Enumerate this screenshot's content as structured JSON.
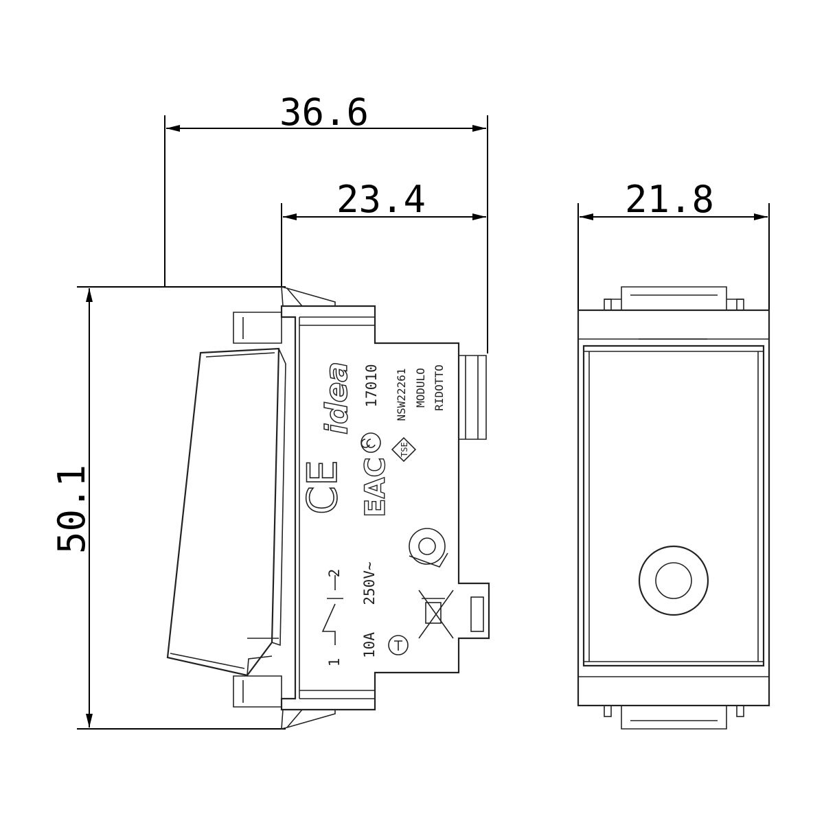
{
  "dimensions": {
    "overall_depth": "36.6",
    "body_depth": "23.4",
    "module_width": "21.8",
    "height": "50.1"
  },
  "side_markings": {
    "brand": "idea",
    "code": "17010",
    "standard": "NSW22261",
    "module_line1": "MODULO",
    "module_line2": "RIDOTTO",
    "certification": "TSE",
    "eac": "EAC",
    "ce": "CE",
    "terminal_1": "1",
    "terminal_2": "2",
    "rating_current": "10A",
    "rating_voltage": "250V~"
  }
}
